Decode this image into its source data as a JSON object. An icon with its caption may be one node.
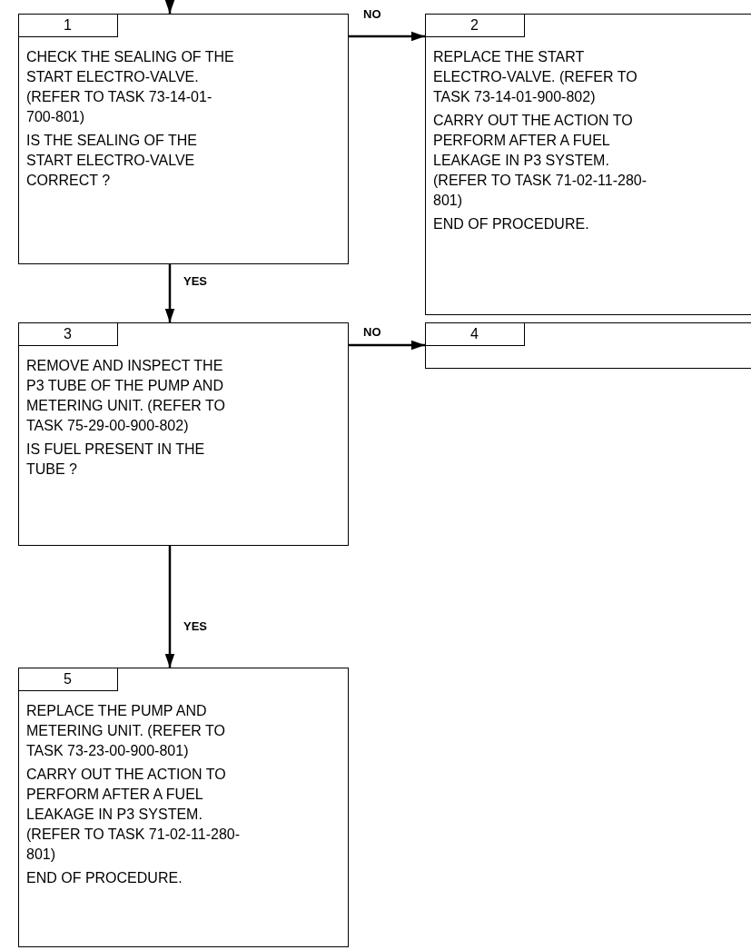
{
  "diagram": {
    "nodes": [
      {
        "text": [
          "1",
          "CHECK THE SEALING OF THE START ELECTRO-VALVE. (REFER TO TASK 73-14-01-700-801)",
          "IS THE SEALING OF THE START ELECTRO-VALVE CORRECT ?"
        ]
      },
      {
        "text": [
          "2",
          "REPLACE THE START ELECTRO-VALVE. (REFER TO TASK 73-14-01-900-802)",
          "CARRY OUT THE ACTION TO PERFORM AFTER A FUEL LEAKAGE IN P3 SYSTEM. (REFER TO TASK 71-02-11-280-801)",
          "END OF PROCEDURE."
        ]
      },
      {
        "text": [
          "3",
          "REMOVE AND INSPECT THE P3 TUBE OF THE PUMP AND METERING UNIT. (REFER TO TASK 75-29-00-900-802)",
          "IS FUEL PRESENT IN THE TUBE ?"
        ]
      },
      {
        "text": [
          "4"
        ]
      },
      {
        "text": [
          "5",
          "REPLACE THE PUMP AND METERING UNIT. (REFER TO TASK 73-23-00-900-801)",
          "CARRY OUT THE ACTION TO PERFORM AFTER A FUEL LEAKAGE IN P3 SYSTEM. (REFER TO TASK 71-02-11-280-801)",
          "END OF PROCEDURE."
        ]
      }
    ],
    "edges": [
      {
        "from": null,
        "to": 0,
        "arrow": "to"
      },
      {
        "from": 0,
        "to": 1,
        "arrow": "to",
        "label": "NO"
      },
      {
        "from": 0,
        "to": 2,
        "arrow": "to",
        "label": "YES"
      },
      {
        "from": 2,
        "to": 3,
        "arrow": "to",
        "label": "NO"
      },
      {
        "from": 2,
        "to": 4,
        "arrow": "to",
        "label": "YES"
      }
    ]
  }
}
